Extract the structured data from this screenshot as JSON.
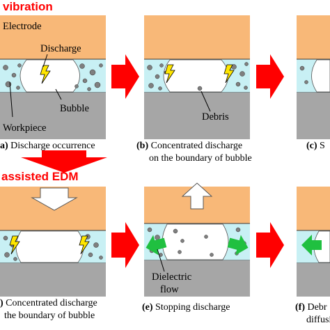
{
  "headings": {
    "top": "vibration",
    "bottom": "assisted EDM"
  },
  "labels": {
    "electrode": "Electrode",
    "discharge": "Discharge",
    "bubble": "Bubble",
    "workpiece": "Workpiece",
    "debris": "Debris",
    "dielectric_line1": "Dielectric",
    "dielectric_line2": "flow"
  },
  "captions": {
    "a": {
      "letter": "a)",
      "line1": "Discharge occurrence"
    },
    "b": {
      "letter": "(b)",
      "line1": "Concentrated   discharge",
      "line2": "on the boundary of bubble"
    },
    "c": {
      "letter": "(c)",
      "line1": "S"
    },
    "d": {
      "letter": ")",
      "line1": "Concentrated discharge",
      "line2": "the boundary of bubble"
    },
    "e": {
      "letter": "(e)",
      "line1": "Stopping discharge"
    },
    "f": {
      "letter": "(f)",
      "line1": "Debr",
      "line2": "diffusi"
    }
  },
  "colors": {
    "electrode": "#f8b878",
    "dielectric": "#c8f0f4",
    "workpiece": "#a6a6a6",
    "bubble": "#ffffff",
    "debris": "#7f7f7f",
    "spark": "#ffe600",
    "red_arrow": "#ff0000",
    "green_arrow": "#20c040",
    "title_red": "#ff0000"
  },
  "icons": [
    "lightning-icon",
    "red-arrow-icon",
    "white-arrow-icon",
    "green-arrow-icon"
  ]
}
